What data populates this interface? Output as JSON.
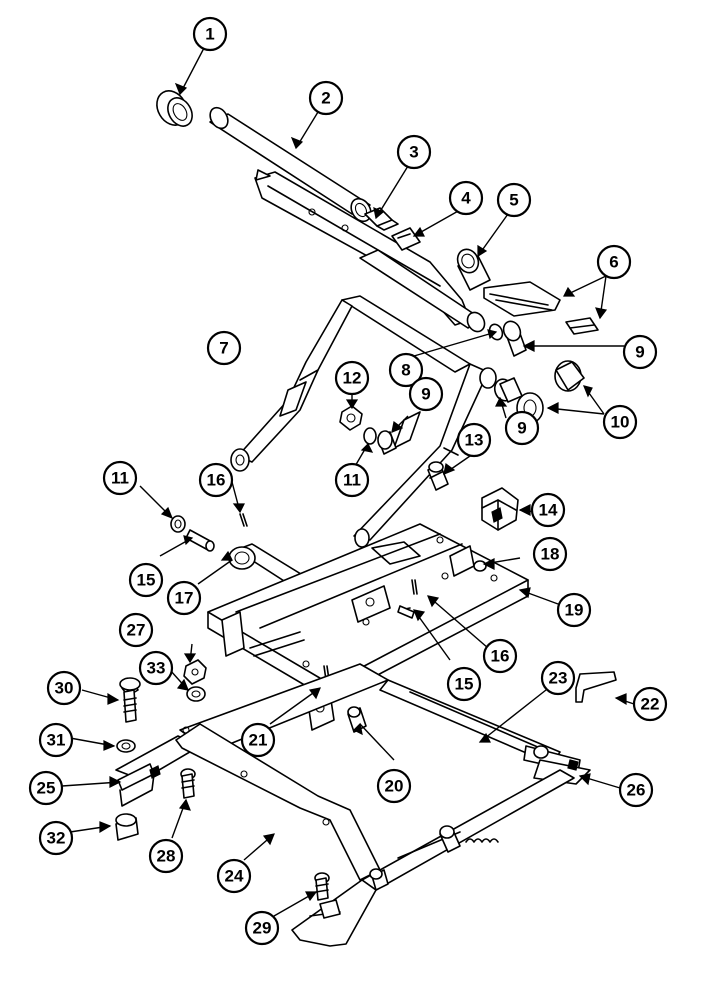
{
  "callouts": [
    {
      "num": "1"
    },
    {
      "num": "2"
    },
    {
      "num": "3"
    },
    {
      "num": "4"
    },
    {
      "num": "5"
    },
    {
      "num": "6"
    },
    {
      "num": "7"
    },
    {
      "num": "8"
    },
    {
      "num": "9"
    },
    {
      "num": "10"
    },
    {
      "num": "9"
    },
    {
      "num": "12"
    },
    {
      "num": "9"
    },
    {
      "num": "11"
    },
    {
      "num": "13"
    },
    {
      "num": "11"
    },
    {
      "num": "16"
    },
    {
      "num": "14"
    },
    {
      "num": "15"
    },
    {
      "num": "18"
    },
    {
      "num": "17"
    },
    {
      "num": "19"
    },
    {
      "num": "27"
    },
    {
      "num": "16"
    },
    {
      "num": "15"
    },
    {
      "num": "33"
    },
    {
      "num": "23"
    },
    {
      "num": "30"
    },
    {
      "num": "22"
    },
    {
      "num": "21"
    },
    {
      "num": "31"
    },
    {
      "num": "20"
    },
    {
      "num": "25"
    },
    {
      "num": "26"
    },
    {
      "num": "32"
    },
    {
      "num": "28"
    },
    {
      "num": "24"
    },
    {
      "num": "29"
    }
  ]
}
